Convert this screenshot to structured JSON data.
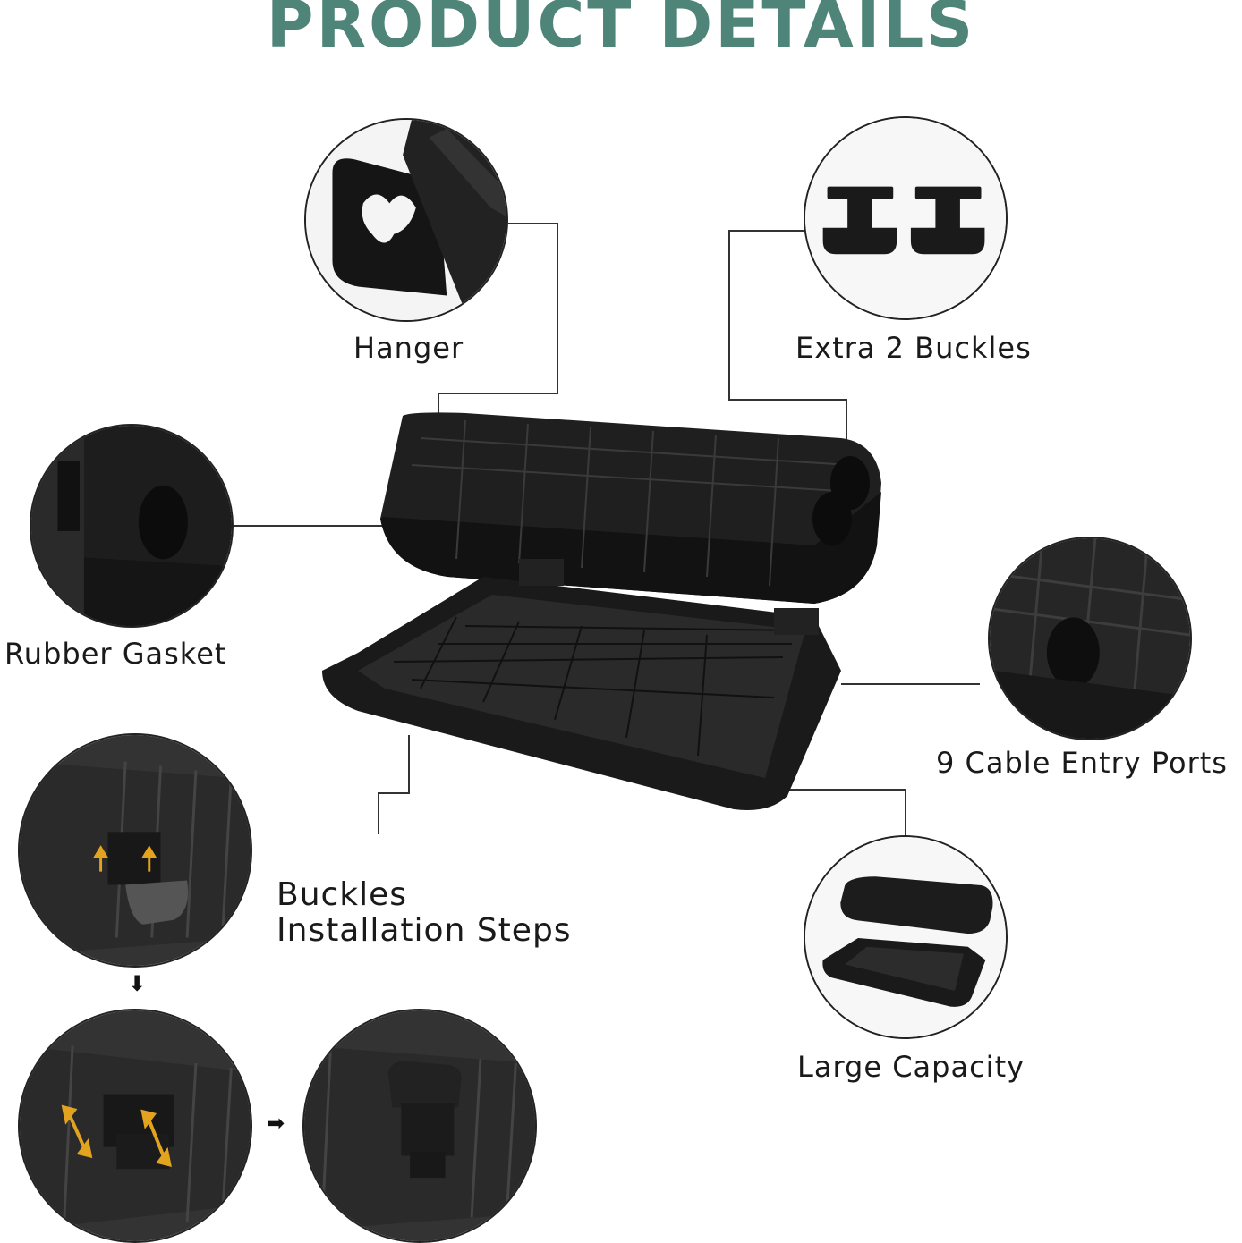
{
  "title": "PRODUCT DETAILS",
  "features": {
    "hanger": "Hanger",
    "extra_buckles": "Extra 2 Buckles",
    "rubber_gasket": "Rubber Gasket",
    "cable_ports": "9 Cable Entry Ports",
    "large_capacity": "Large Capacity"
  },
  "installation": {
    "line1": "Buckles",
    "line2": "Installation Steps"
  },
  "colors": {
    "title": "#4f8478",
    "product": "#1c1c1c",
    "arrow_accent": "#e2a31e"
  },
  "icons": [
    "down-arrow-icon",
    "right-arrow-icon",
    "orange-arrow-icon"
  ]
}
